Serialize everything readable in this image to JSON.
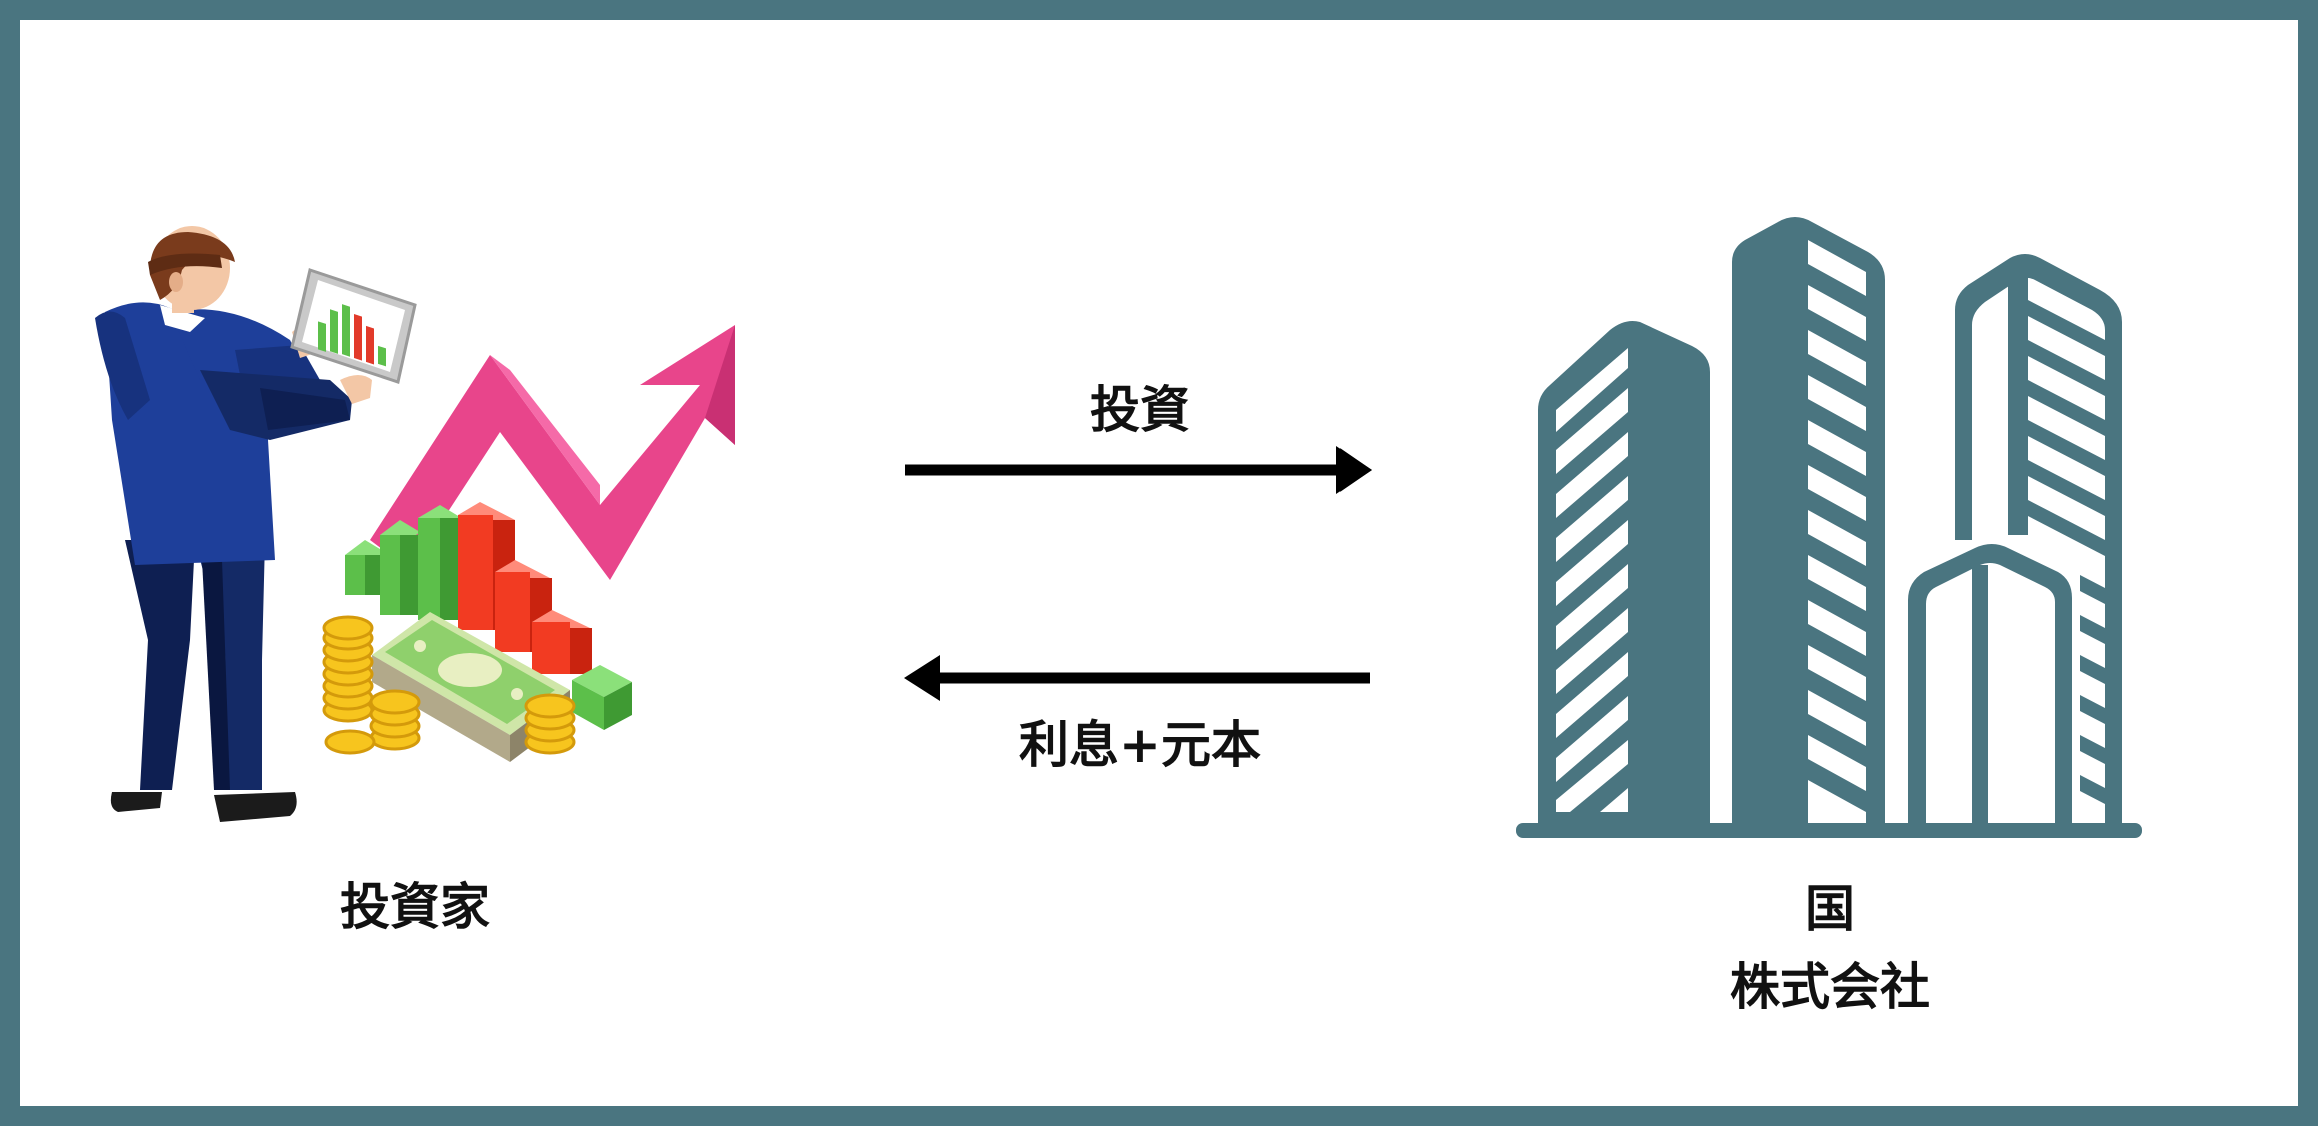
{
  "investor": {
    "label": "投資家"
  },
  "arrows": {
    "invest_label": "投資",
    "return_label": "利息+元本"
  },
  "recipients": {
    "line1": "国",
    "line2": "株式会社"
  },
  "colors": {
    "frame": "#4a7580",
    "building": "#4a7580",
    "arrow": "#000000",
    "trend_arrow": "#e8458b",
    "suit": "#1e3f9a"
  },
  "icons": [
    "businessman-icon",
    "growth-chart-icon",
    "tablet-icon",
    "coins-icon",
    "cash-icon",
    "buildings-icon",
    "arrow-right-icon",
    "arrow-left-icon"
  ]
}
